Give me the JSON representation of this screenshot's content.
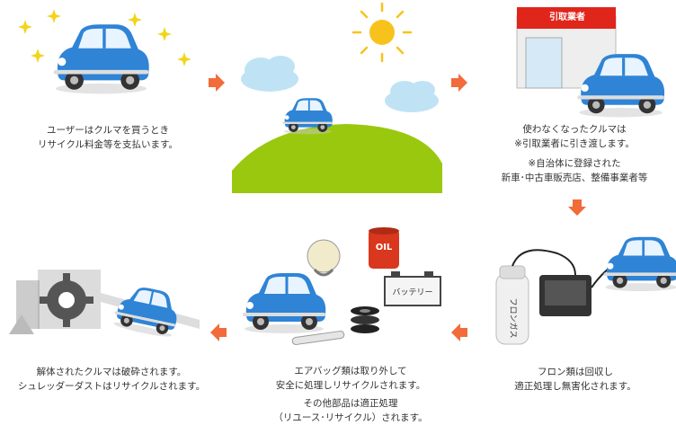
{
  "colors": {
    "arrow": "#f26b3a",
    "car_body": "#2f84d6",
    "car_light": "#5aa7ef",
    "hill": "#9ac80e",
    "sun": "#f8c21c",
    "sparkle": "#f2d51a",
    "cloud": "#bfe3f5",
    "shop_sign": "#e0251b",
    "oil_drum": "#d9381e",
    "gray_machine": "#9a9a9a"
  },
  "steps": [
    {
      "id": "purchase",
      "lines": [
        "ユーザーはクルマを買うとき",
        "リサイクル料金等を支払います。"
      ]
    },
    {
      "id": "use",
      "lines": []
    },
    {
      "id": "handover",
      "lines": [
        "使わなくなったクルマは",
        "※引取業者に引き渡します。"
      ],
      "note_lines": [
        "※自治体に登録された",
        "新車･中古車販売店、整備事業者等"
      ]
    },
    {
      "id": "freon",
      "lines": [
        "フロン類は回収し",
        "適正処理し無害化されます。"
      ]
    },
    {
      "id": "airbag",
      "lines": [
        "エアバッグ類は取り外して",
        "安全に処理しリサイクルされます。"
      ],
      "note_lines": [
        "その他部品は適正処理",
        "（リユース･リサイクル）されます。"
      ]
    },
    {
      "id": "shredder",
      "lines": [
        "解体されたクルマは破砕されます。",
        "シュレッダーダストはリサイクルされます。"
      ]
    }
  ],
  "labels": {
    "shop_sign": "引取業者",
    "oil": "OIL",
    "battery": "バッテリー",
    "freon_tank": "フロンガス"
  }
}
